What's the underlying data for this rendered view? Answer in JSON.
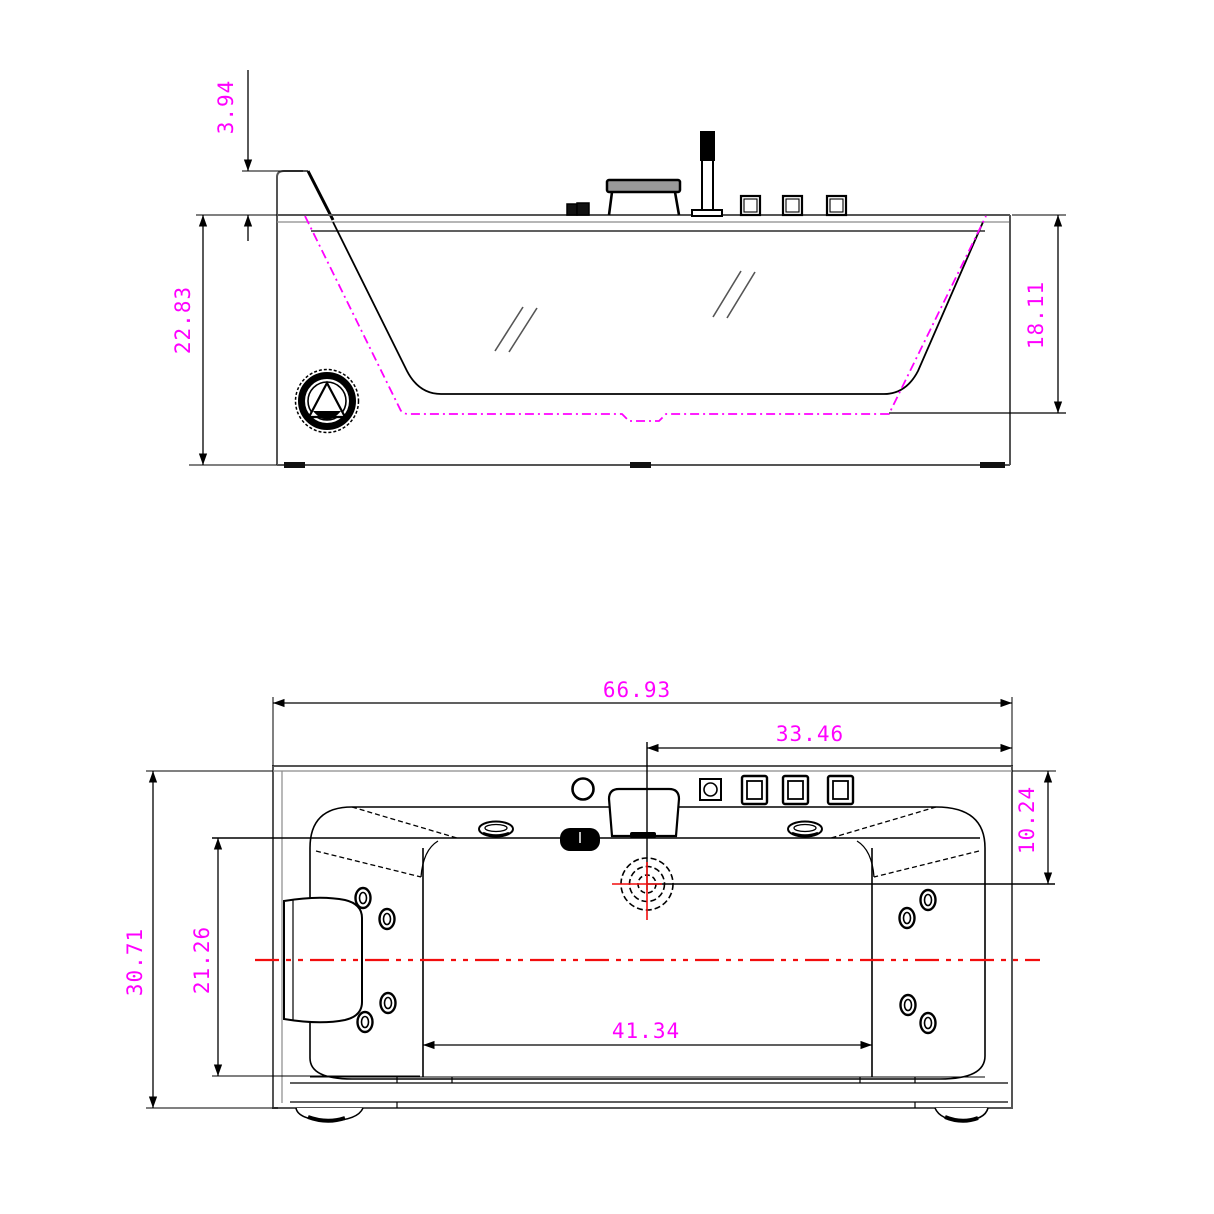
{
  "colors": {
    "dimension_text": "#ff00ff",
    "hidden_line": "#ff00ff",
    "centerline": "#f20d0d",
    "drawing_line": "#000000",
    "outline_gray": "#555555"
  },
  "front_view": {
    "dims": {
      "lip_height": "3.94",
      "overall_height": "22.83",
      "inner_depth": "18.11"
    }
  },
  "plan_view": {
    "dims": {
      "overall_length": "66.93",
      "center_to_end": "33.46",
      "rim_to_drain": "10.24",
      "overall_width": "30.71",
      "inner_width": "21.26",
      "floor_length": "41.34"
    }
  }
}
